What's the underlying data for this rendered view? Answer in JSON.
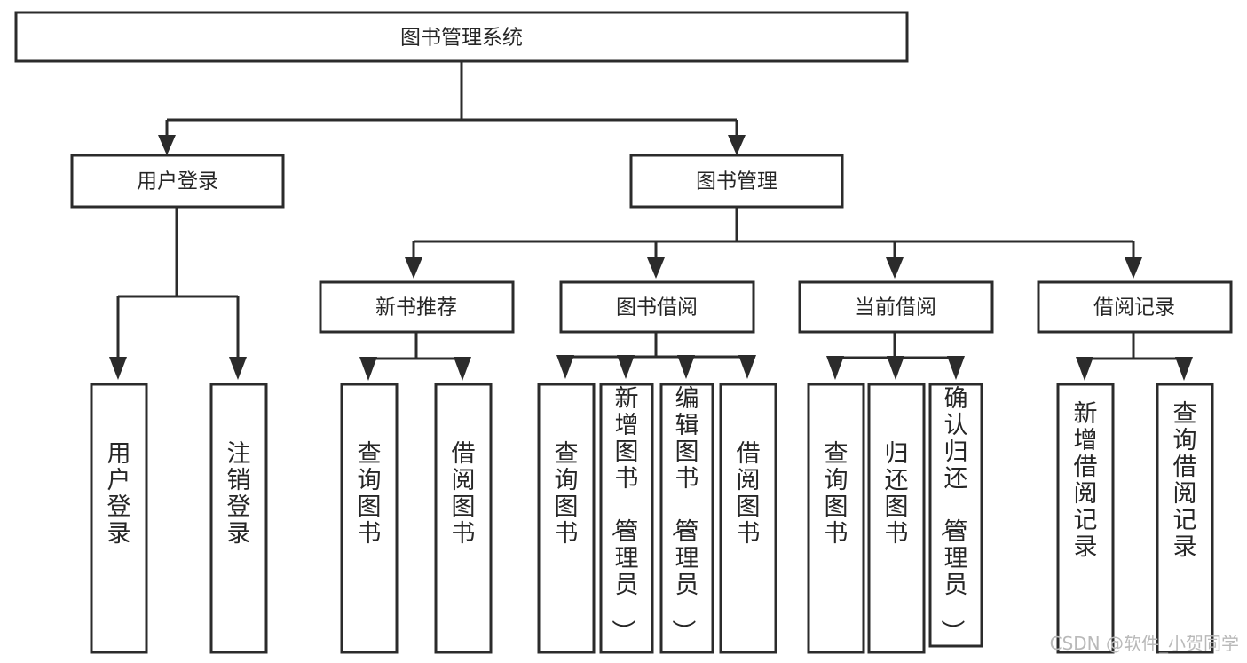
{
  "diagram": {
    "title": "图书管理系统",
    "type": "tree-hierarchy-flowchart",
    "root": {
      "id": "root",
      "label": "图书管理系统"
    },
    "level2": [
      {
        "id": "user-login",
        "label": "用户登录"
      },
      {
        "id": "book-management",
        "label": "图书管理"
      }
    ],
    "level3": [
      {
        "id": "new-book-recommend",
        "label": "新书推荐",
        "parent": "book-management"
      },
      {
        "id": "book-borrow",
        "label": "图书借阅",
        "parent": "book-management"
      },
      {
        "id": "current-borrow",
        "label": "当前借阅",
        "parent": "book-management"
      },
      {
        "id": "borrow-record",
        "label": "借阅记录",
        "parent": "book-management"
      }
    ],
    "leaves": [
      {
        "id": "leaf-user-login",
        "label": "用户登录",
        "parent": "user-login"
      },
      {
        "id": "leaf-user-logout",
        "label": "注销登录",
        "parent": "user-login"
      },
      {
        "id": "leaf-query-book-1",
        "label": "查询图书",
        "parent": "new-book-recommend"
      },
      {
        "id": "leaf-borrow-book-1",
        "label": "借阅图书",
        "parent": "new-book-recommend"
      },
      {
        "id": "leaf-query-book-2",
        "label": "查询图书",
        "parent": "book-borrow"
      },
      {
        "id": "leaf-add-book",
        "label": "新增图书（管理员）",
        "parent": "book-borrow"
      },
      {
        "id": "leaf-edit-book",
        "label": "编辑图书（管理员）",
        "parent": "book-borrow"
      },
      {
        "id": "leaf-borrow-book-2",
        "label": "借阅图书",
        "parent": "book-borrow"
      },
      {
        "id": "leaf-query-book-3",
        "label": "查询图书",
        "parent": "current-borrow"
      },
      {
        "id": "leaf-return-book",
        "label": "归还图书",
        "parent": "current-borrow"
      },
      {
        "id": "leaf-confirm-return",
        "label": "确认归还（管理员）",
        "parent": "current-borrow"
      },
      {
        "id": "leaf-add-record",
        "label": "新增借阅记录",
        "parent": "borrow-record"
      },
      {
        "id": "leaf-query-record",
        "label": "查询借阅记录",
        "parent": "borrow-record"
      }
    ]
  },
  "watermark": {
    "text": "CSDN @软件_小贺同学"
  },
  "colors": {
    "stroke": "#2b2b2b",
    "box_fill": "#ffffff",
    "text": "#262626",
    "watermark": "#b9b9b9",
    "background": "#ffffff"
  }
}
